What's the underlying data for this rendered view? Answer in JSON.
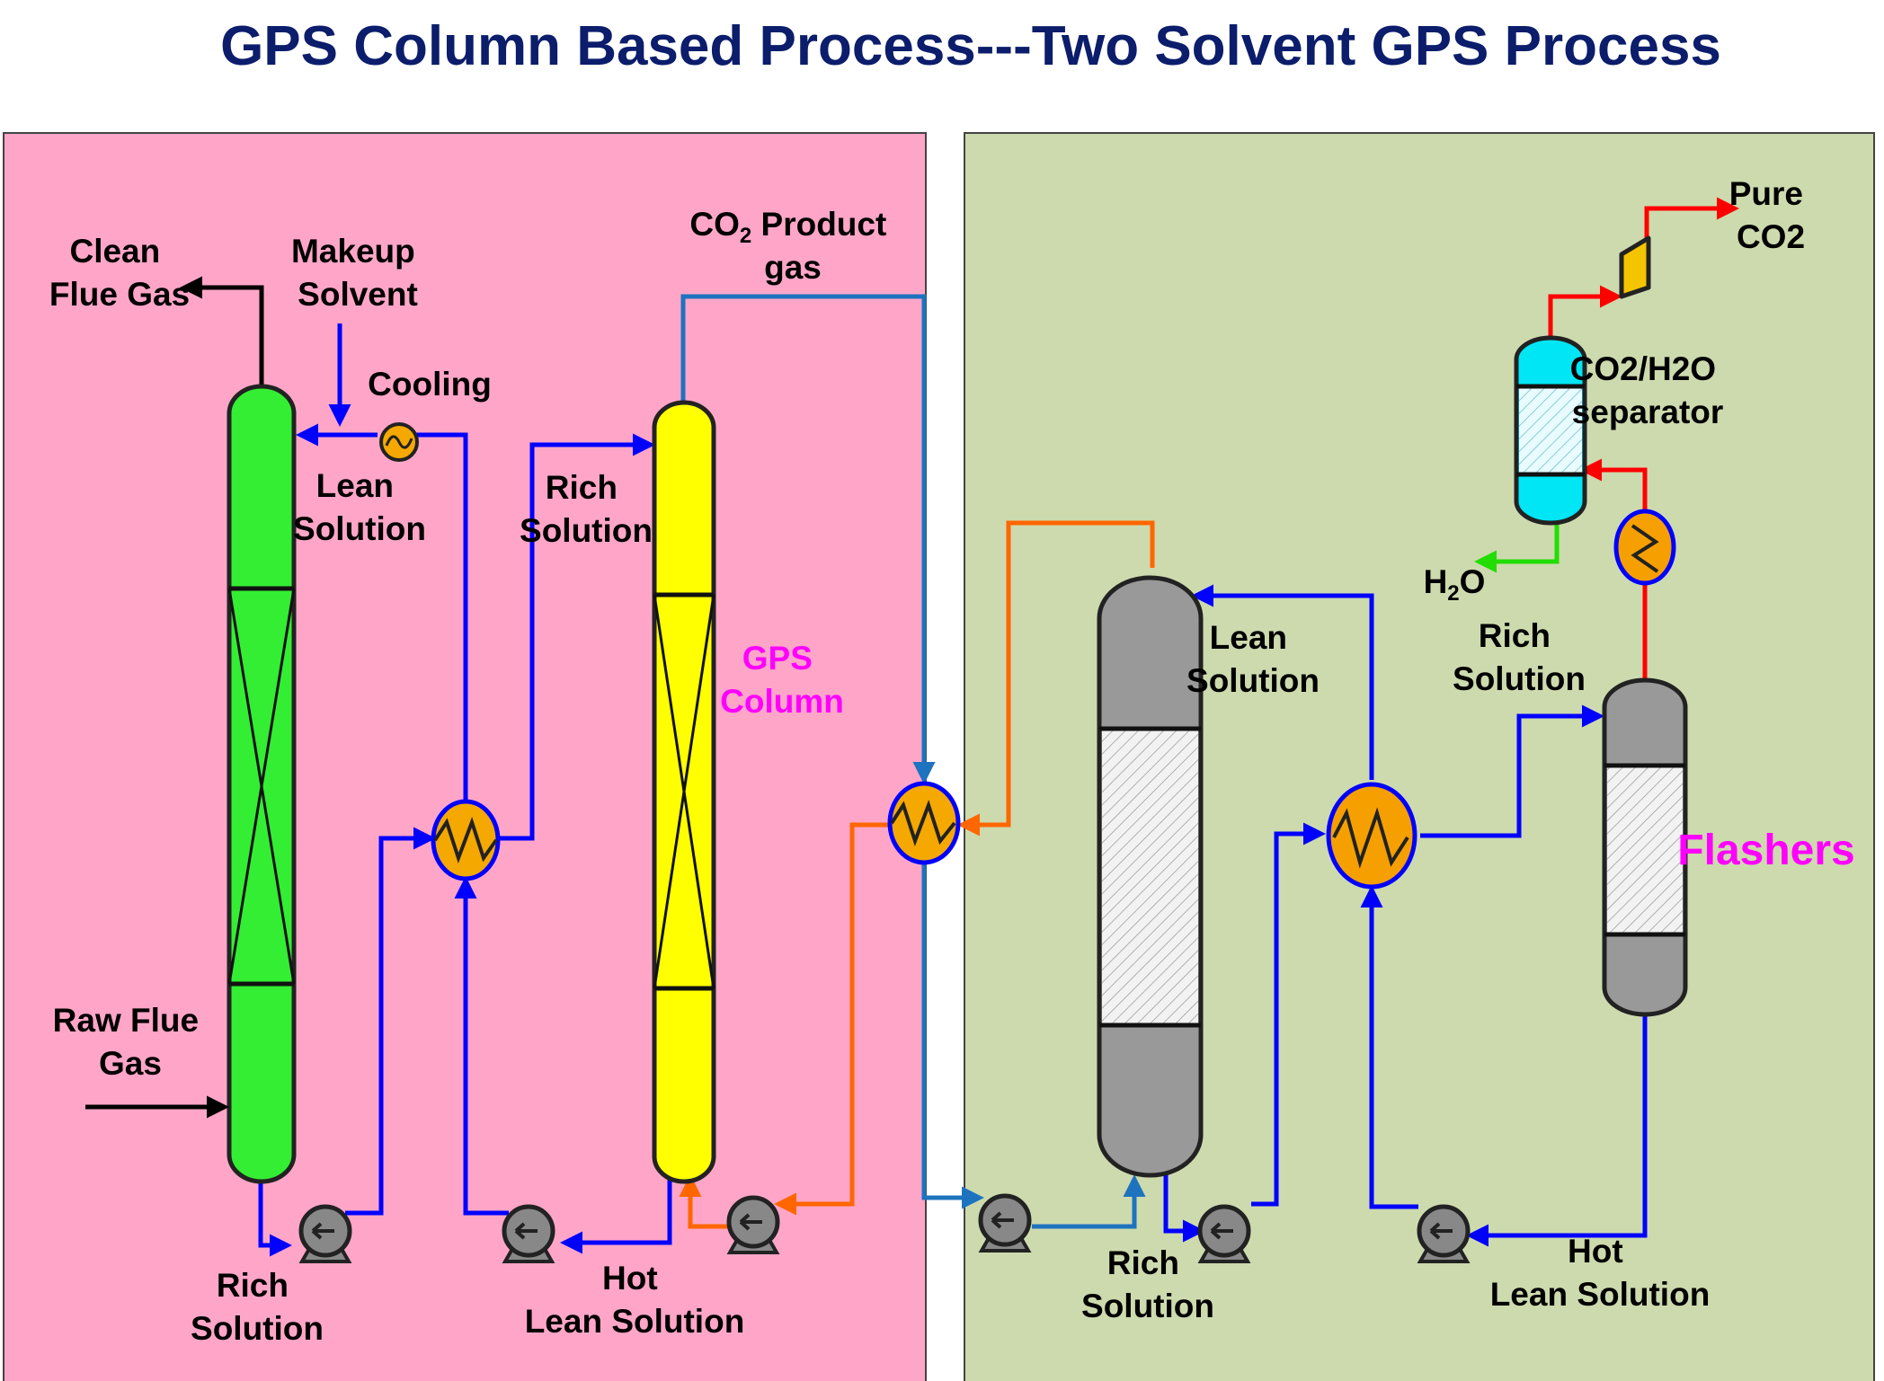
{
  "title": "GPS Column Based Process---Two Solvent GPS Process",
  "colors": {
    "left_panel": "#ffa6c8",
    "right_panel": "#cddaae",
    "absorber": "#33ee33",
    "gps_column": "#ffff00",
    "stripper": "#999999",
    "separator": "#00e6f5",
    "heat_exchanger": "#f5a800",
    "blue_line": "#0000ff",
    "steel_blue_line": "#1e73be",
    "orange_line": "#ff6600",
    "red_line": "#ff0000",
    "green_line": "#22dd00",
    "title_color": "#0b1d6b",
    "accent_magenta": "#ff00ff"
  },
  "labels": {
    "clean_flue_gas": [
      "Clean",
      "Flue Gas"
    ],
    "makeup_solvent": [
      "Makeup",
      "Solvent"
    ],
    "cooling": "Cooling",
    "lean_solution_left": [
      "Lean",
      "Solution"
    ],
    "rich_solution_mid": [
      "Rich",
      "Solution"
    ],
    "co2_product_gas": {
      "line1_prefix": "CO",
      "line1_sub": "2",
      "line1_suffix": " Product",
      "line2": "gas"
    },
    "gps_column": [
      "GPS",
      "Column"
    ],
    "raw_flue_gas": [
      "Raw Flue",
      "Gas"
    ],
    "rich_solution_bottom": [
      "Rich",
      "Solution"
    ],
    "hot_lean_solution_left": [
      "Hot",
      "Lean Solution"
    ],
    "lean_solution_right": [
      "Lean",
      "Solution"
    ],
    "rich_solution_right": [
      "Rich",
      "Solution"
    ],
    "rich_solution_bottom_right": [
      "Rich",
      "Solution"
    ],
    "hot_lean_solution_right": [
      "Hot",
      "Lean Solution"
    ],
    "flashers": "Flashers",
    "co2_h2o_separator": [
      "CO2/H2O",
      "separator"
    ],
    "h2o": {
      "prefix": "H",
      "sub": "2",
      "suffix": "O"
    },
    "pure_co2": [
      "Pure",
      "CO2"
    ]
  },
  "icons": {
    "pump": "pump-icon",
    "heat_exchanger": "heat-exchanger-icon",
    "compressor": "compressor-icon",
    "cooler": "cooler-icon"
  }
}
